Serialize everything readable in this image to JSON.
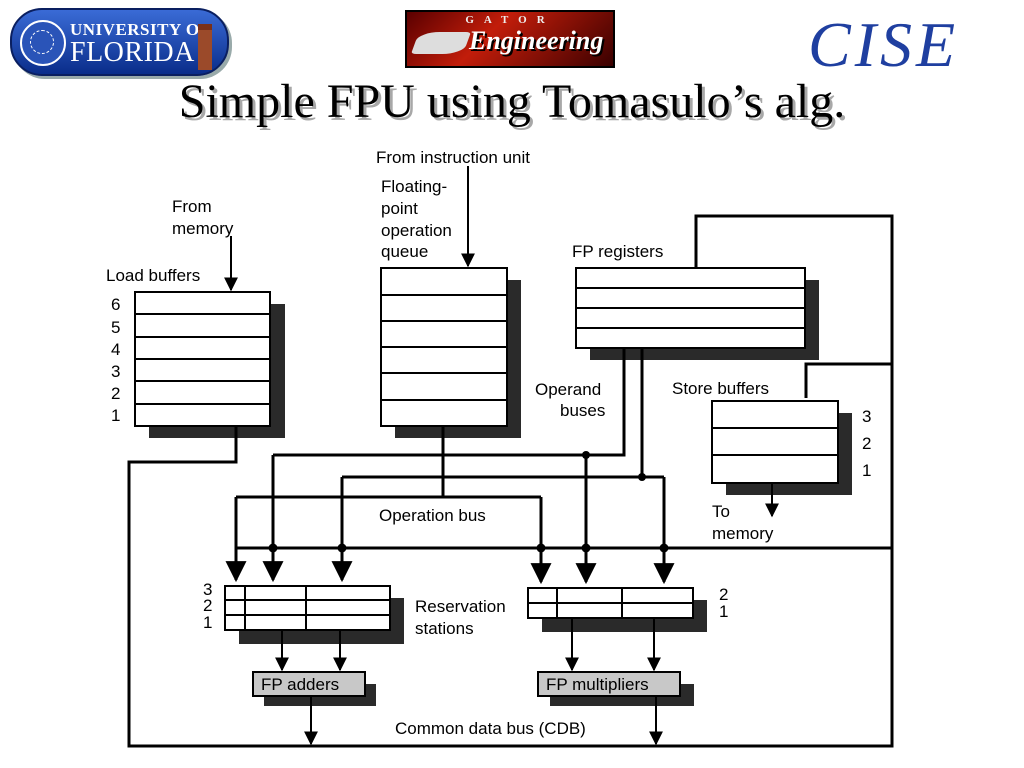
{
  "logos": {
    "uf_line1": "UNIVERSITY OF",
    "uf_line2": "FLORIDA",
    "eng_top": "GATOR",
    "eng_main": "Engineering",
    "cise": "CISE"
  },
  "title": "Simple FPU using Tomasulo’s alg.",
  "diagram": {
    "from_instruction_unit": "From instruction unit",
    "fp_queue": [
      "Floating-",
      "point",
      "operation",
      "queue"
    ],
    "from_memory": [
      "From",
      "memory"
    ],
    "load_buffers": "Load buffers",
    "load_buffer_numbers": [
      "6",
      "5",
      "4",
      "3",
      "2",
      "1"
    ],
    "fp_registers": "FP registers",
    "operand_buses": [
      "Operand",
      "buses"
    ],
    "store_buffers": "Store buffers",
    "store_buffer_numbers": [
      "3",
      "2",
      "1"
    ],
    "to_memory": [
      "To",
      "memory"
    ],
    "operation_bus": "Operation bus",
    "reservation_stations": [
      "Reservation",
      "stations"
    ],
    "adder_rs_numbers": [
      "3",
      "2",
      "1"
    ],
    "mult_rs_numbers": [
      "2",
      "1"
    ],
    "fp_adders": "FP adders",
    "fp_multipliers": "FP multipliers",
    "cdb": "Common data bus (CDB)"
  },
  "colors": {
    "title_shadow": "#a8a8a8",
    "box_shadow": "#2a2a2a",
    "unit_fill": "#c8c8c8"
  }
}
